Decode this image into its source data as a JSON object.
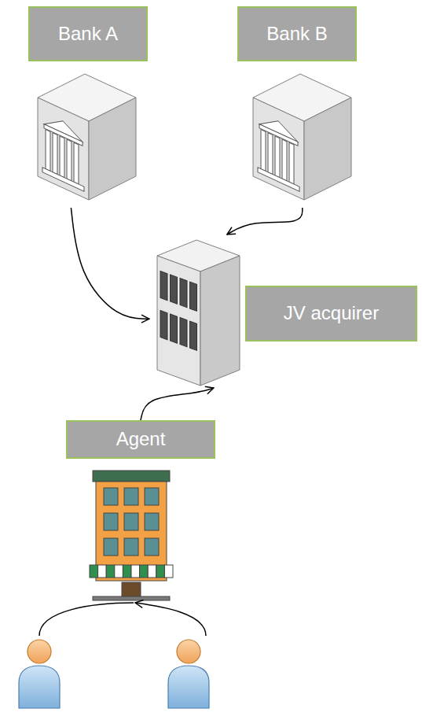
{
  "diagram": {
    "nodes": [
      {
        "text": [
          "Bank A"
        ]
      },
      {
        "text": [
          "Bank B"
        ]
      },
      {
        "text": [
          "JV acquirer"
        ]
      },
      {
        "text": [
          "Agent"
        ]
      }
    ],
    "edges": [
      {
        "from": 0,
        "to": 2,
        "arrow": "to"
      },
      {
        "from": 1,
        "to": 2,
        "arrow": "to"
      },
      {
        "from": 3,
        "to": 2,
        "arrow": "to"
      }
    ]
  }
}
